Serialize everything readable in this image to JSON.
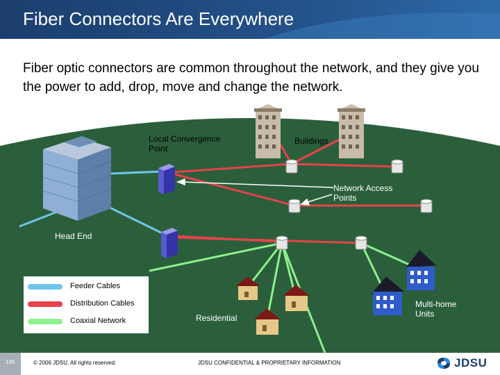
{
  "slide": {
    "title": "Fiber Connectors Are Everywhere",
    "intro": "Fiber optic connectors are common throughout the network, and they give you the power to add, drop, move and change the network."
  },
  "labels": {
    "local_convergence_point": "Local Convergence Point",
    "buildings": "Buildings",
    "network_access_points": "Network Access Points",
    "head_end": "Head End",
    "residential": "Residential",
    "multi_home_units": "Multi-home Units"
  },
  "legend": [
    {
      "label": "Feeder Cables",
      "color": "#6ec6ea"
    },
    {
      "label": "Distribution Cables",
      "color": "#e8424a"
    },
    {
      "label": "Coaxial Network",
      "color": "#8ef08e"
    }
  ],
  "colors": {
    "header": "#1e467a",
    "ground": "#2b5f3c",
    "feeder": "#6ec6ea",
    "distribution": "#e8424a",
    "coaxial": "#8ef08e"
  },
  "footer": {
    "page_number": "145",
    "copyright": "© 2006 JDSU. All rights reserved.",
    "confidential": "JDSU CONFIDENTIAL & PROPRIETARY INFORMATION",
    "logo_text": "JDSU"
  }
}
